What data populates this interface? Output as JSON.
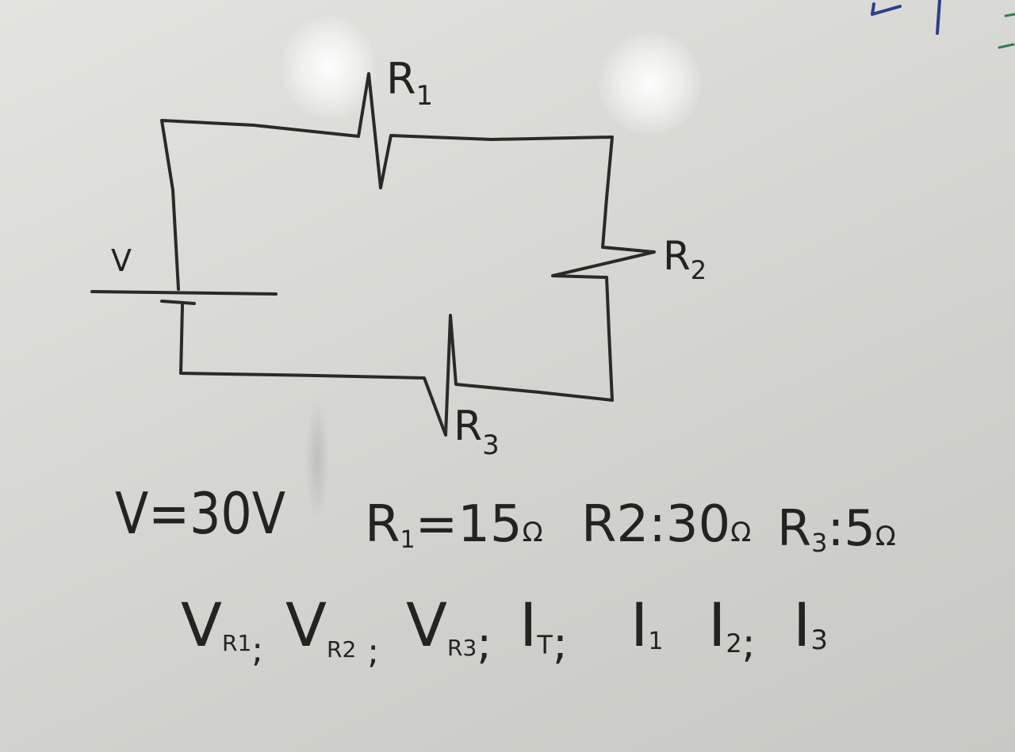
{
  "circuit": {
    "source_label": "V",
    "resistors": [
      {
        "id": "R1",
        "letter": "R",
        "index": "1"
      },
      {
        "id": "R2",
        "letter": "R",
        "index": "2"
      },
      {
        "id": "R3",
        "letter": "R",
        "index": "3"
      }
    ]
  },
  "givens": {
    "voltage": "V=30V",
    "r1_letter": "R",
    "r1_value": "=15",
    "r1_index": "1",
    "r2_letter": "R",
    "r2_value": "2:30",
    "r3_letter": "R",
    "r3_index": "3",
    "r3_value": ":5",
    "ohm_symbol": "Ω"
  },
  "unknowns": {
    "items": [
      {
        "main": "V",
        "sub": "R1",
        "sep": ";"
      },
      {
        "main": "V",
        "sub": "R2",
        "sep": ";"
      },
      {
        "main": "V",
        "sub": "R3",
        "sep": ";"
      },
      {
        "main": "I",
        "sub": "T",
        "sep": ";"
      },
      {
        "main": "I",
        "sub": "1",
        "sep": ""
      },
      {
        "main": "I",
        "sub": "2",
        "sep": ";"
      },
      {
        "main": "I",
        "sub": "3",
        "sep": ""
      }
    ]
  },
  "colors": {
    "ink": "#2b2a27",
    "board": "#d9dad5",
    "edge_marker_blue": "#2b3f8c",
    "edge_marker_green": "#2e7d4f"
  }
}
